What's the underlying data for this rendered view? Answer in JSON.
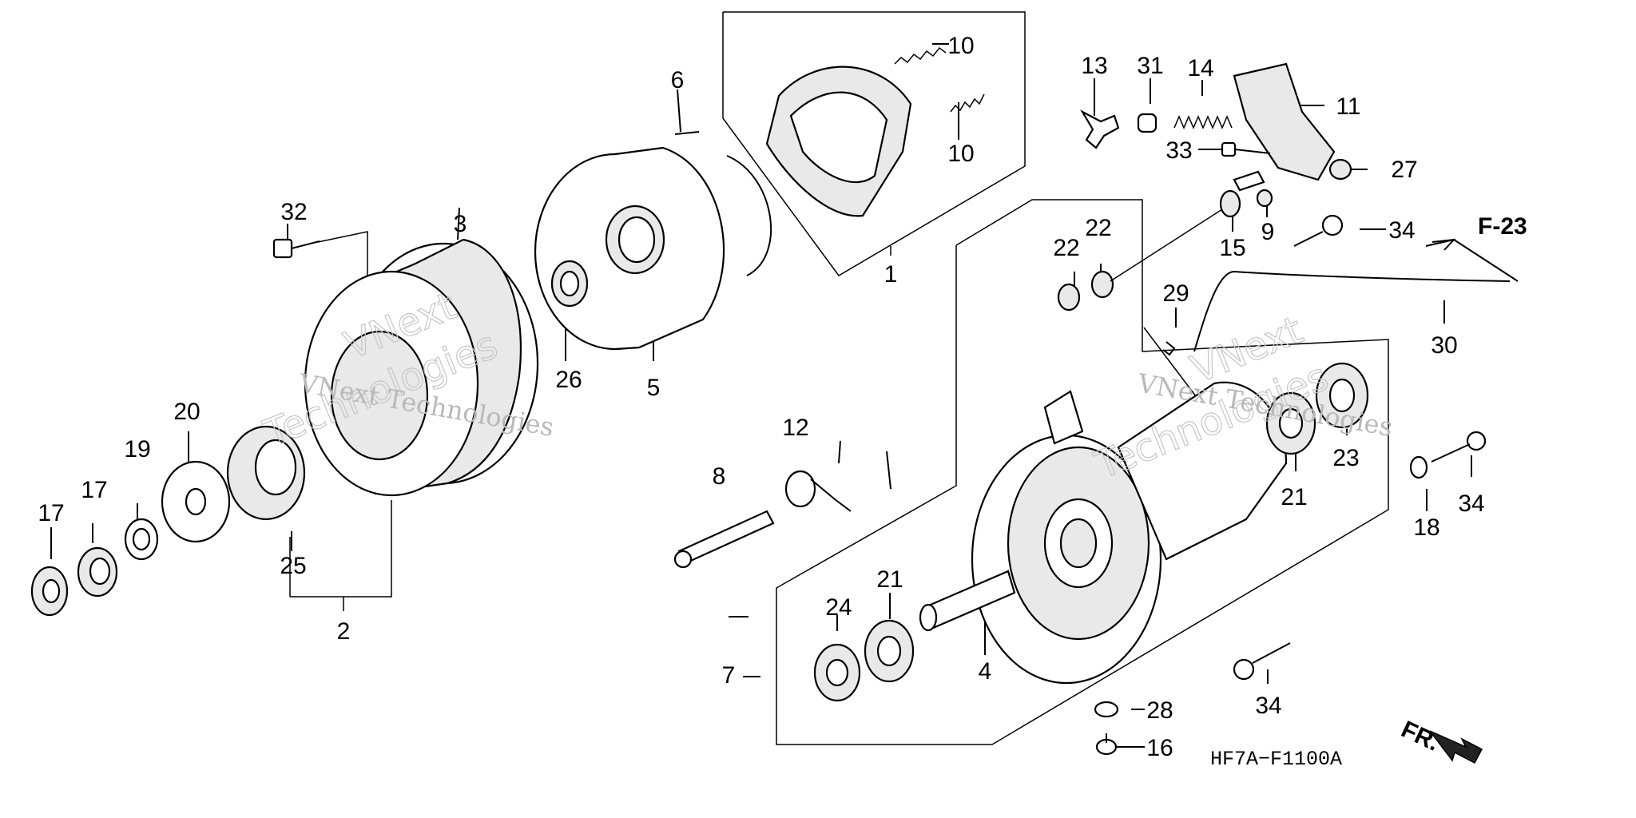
{
  "diagram": {
    "code": "HF7A−F1100A",
    "ref_label": "F-23",
    "front_label": "FR.",
    "watermark_lines": [
      "VNext",
      "Technologies"
    ],
    "watermark_small": "VNext Technologies",
    "parts": {
      "p1": "1",
      "p2": "2",
      "p3": "3",
      "p4": "4",
      "p5": "5",
      "p6": "6",
      "p7": "7",
      "p8": "8",
      "p9": "9",
      "p10a": "10",
      "p10b": "10",
      "p11": "11",
      "p12": "12",
      "p13": "13",
      "p14": "14",
      "p15": "15",
      "p16": "16",
      "p17a": "17",
      "p17b": "17",
      "p18": "18",
      "p19": "19",
      "p20": "20",
      "p21a": "21",
      "p21b": "21",
      "p22a": "22",
      "p22b": "22",
      "p23": "23",
      "p24": "24",
      "p25": "25",
      "p26": "26",
      "p27": "27",
      "p28": "28",
      "p29": "29",
      "p30": "30",
      "p31": "31",
      "p32": "32",
      "p33": "33",
      "p34a": "34",
      "p34b": "34",
      "p34c": "34"
    }
  }
}
